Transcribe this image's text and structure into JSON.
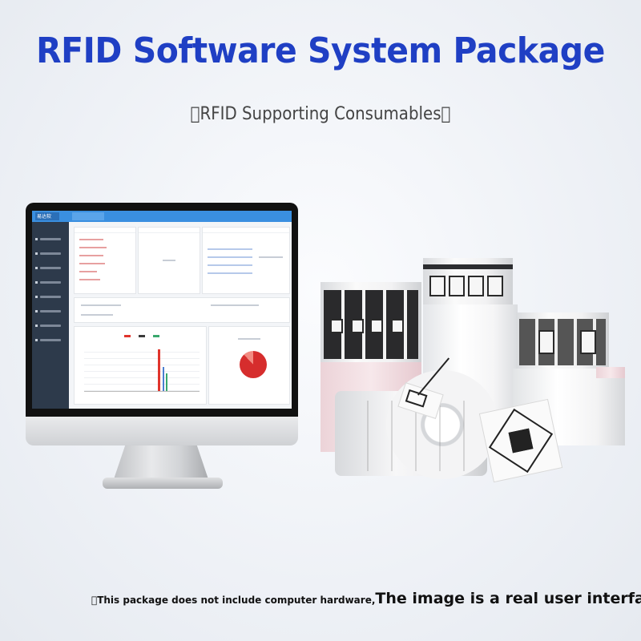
{
  "header": {
    "title": "RFID Software System Package",
    "subtitle": "RFID Supporting Consumables",
    "subtitle_open": "\u0000",
    "subtitle_close": "\u0000"
  },
  "footer": {
    "marker": "\u0000",
    "note_small": "This package does not include computer hardware,",
    "note_big": "The image is a real user interface)"
  },
  "screen_ui": {
    "logo_text": "易达软"
  },
  "colors": {
    "title": "#1f3fc4",
    "ui_accent": "#3a8fe0",
    "sidebar": "#2d3a4b",
    "chart_red": "#e0342c"
  }
}
